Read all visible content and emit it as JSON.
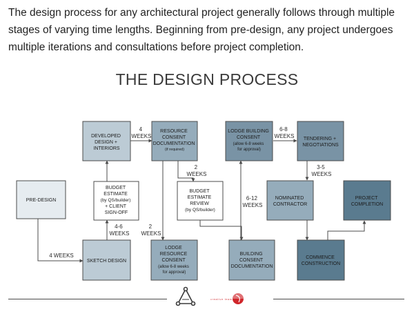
{
  "intro_text": "The design process for any architectural project generally follows through multiple stages of varying time lengths. Beginning from pre-design, any project undergoes multiple iterations and consultations before project completion.",
  "title": "THE DESIGN PROCESS",
  "nodes": {
    "developed_design": [
      "DEVELOPED",
      "DESIGN +",
      "INTERIORS"
    ],
    "resource_consent_doc": [
      "RESOURCE",
      "CONSENT",
      "DOCUMENTATION",
      "(if required)"
    ],
    "lodge_building_consent": [
      "LODGE BUILDING",
      "CONSENT",
      "(allow 6-8 weeks",
      "for approval)"
    ],
    "tendering": [
      "TENDERING +",
      "NEGOTIATIONS"
    ],
    "pre_design": [
      "PRE-DESIGN"
    ],
    "budget_estimate": [
      "BUDGET",
      "ESTIMATE",
      "(by QS/builder)",
      "+ CLIENT",
      "SIGN-OFF"
    ],
    "budget_review": [
      "BUDGET",
      "ESTIMATE",
      "REVIEW",
      "(by QS/builder)"
    ],
    "nominated_contractor": [
      "NOMINATED",
      "CONTRACTOR"
    ],
    "project_completion": [
      "PROJECT",
      "COMPLETION"
    ],
    "sketch_design": [
      "SKETCH DESIGN"
    ],
    "lodge_resource_consent": [
      "LODGE",
      "RESOURCE",
      "CONSENT",
      "(allow 6-8 weeks",
      "for approval)"
    ],
    "building_consent_doc": [
      "BUILDING",
      "CONSENT",
      "DOCUMENTATION"
    ],
    "commence_construction": [
      "COMMENCE",
      "CONSTRUCTION"
    ]
  },
  "edge_labels": {
    "dev_to_resource": [
      "4",
      "WEEKS"
    ],
    "lodge_to_tender": [
      "6-8",
      "WEEKS"
    ],
    "resource_down": [
      "2",
      "WEEKS"
    ],
    "tender_down": [
      "3-5",
      "WEEKS"
    ],
    "building_up": [
      "6-12",
      "WEEKS"
    ],
    "budget_up": [
      "4-6",
      "WEEKS"
    ],
    "to_lodge_resource": [
      "2",
      "WEEKS"
    ],
    "pre_to_sketch": [
      "4 WEEKS"
    ]
  },
  "footer": {
    "logo_text": "creative team"
  },
  "colors": {
    "white": "#ffffff",
    "lightest": "#e6ecf0",
    "light": "#bccbd5",
    "mid": "#95acbb",
    "mid_dark": "#7993a5",
    "dark": "#5a7b8f",
    "line": "#4b4b4b",
    "logo_red": "#d0262b"
  }
}
